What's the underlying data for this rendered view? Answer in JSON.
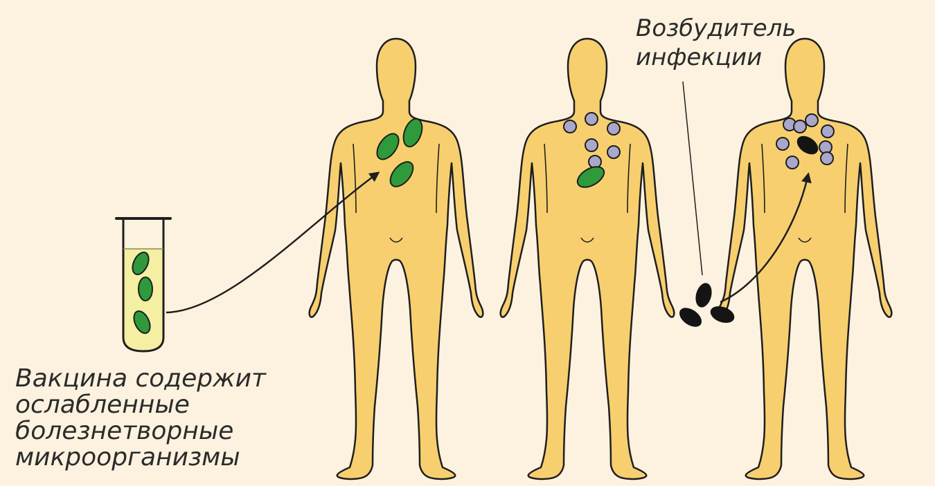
{
  "labels": {
    "vaccine_text": [
      "Вакцина содержит",
      "ослабленные",
      "болезнетворные",
      "микроорганизмы"
    ],
    "pathogen_text": [
      "Возбудитель",
      "инфекции"
    ]
  },
  "colors": {
    "background": "#fdf2df",
    "body_fill": "#f7cf6f",
    "outline": "#1e1e1e",
    "vaccine_microbe": "#2f9a3b",
    "antibody": "#a9a8cb",
    "pathogen": "#141414",
    "tube_liquid": "#f4efa2"
  },
  "figures": [
    {
      "name": "vaccinated-person",
      "contents": {
        "weakened_microbes": 3,
        "antibodies": 0,
        "pathogens": 0
      }
    },
    {
      "name": "immune-person",
      "contents": {
        "weakened_microbes": 1,
        "antibodies": 6,
        "pathogens": 0
      }
    },
    {
      "name": "infected-immune-person",
      "contents": {
        "weakened_microbes": 0,
        "antibodies": 8,
        "pathogens": 1
      }
    }
  ],
  "test_tube": {
    "weakened_microbes": 3
  },
  "pathogen_group": {
    "pathogens": 3
  }
}
